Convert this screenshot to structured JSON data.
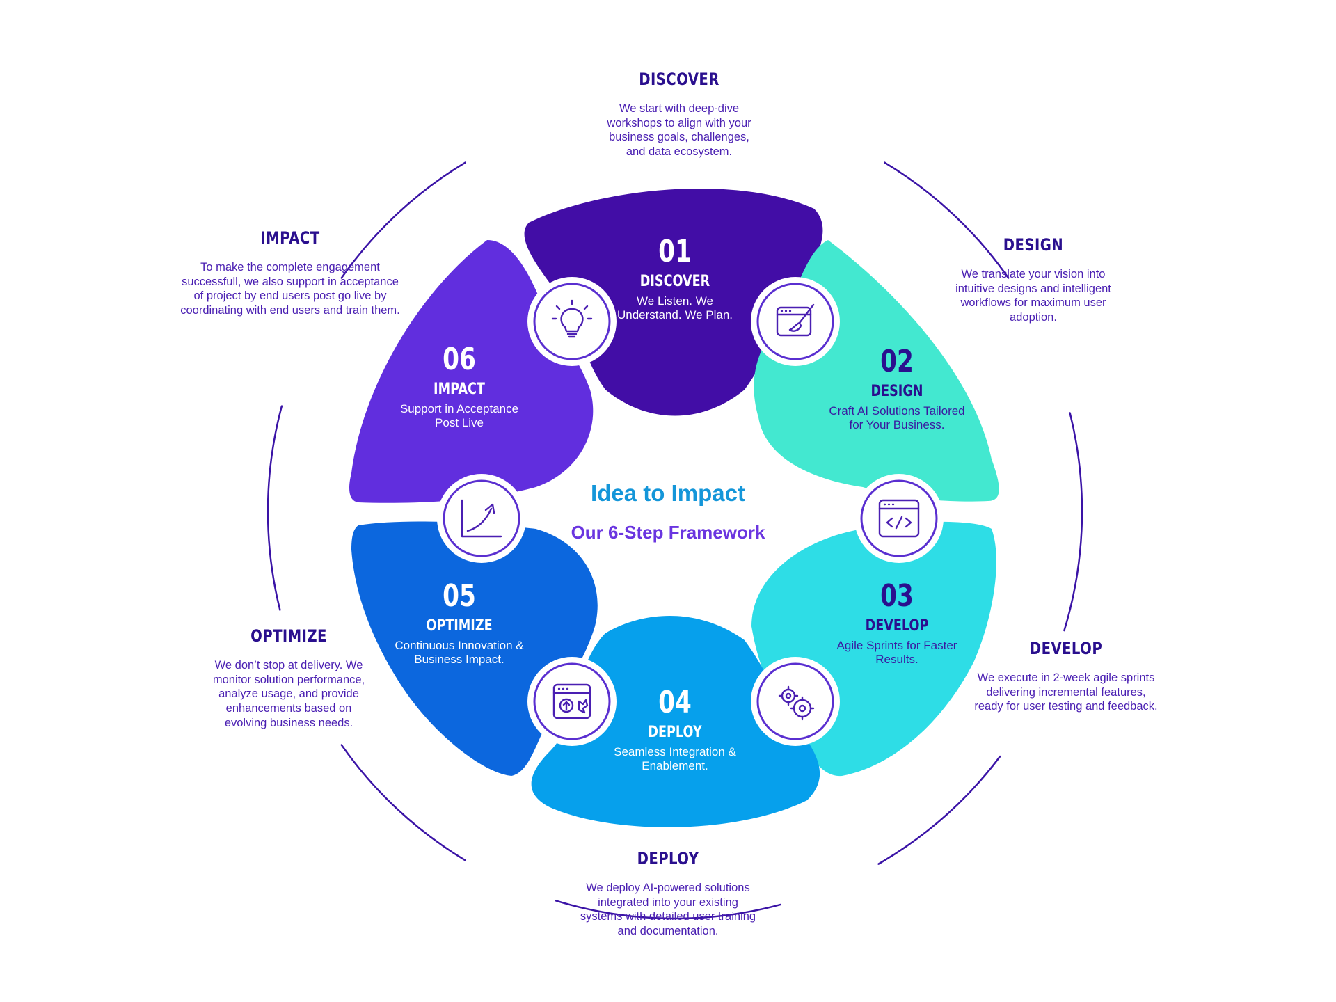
{
  "center": {
    "title": "Idea to Impact",
    "subtitle": "Our 6-Step Framework"
  },
  "colors": {
    "discover": "#420da6",
    "design": "#43e8d0",
    "develop": "#2edde6",
    "deploy": "#06a0ec",
    "optimize": "#0c67de",
    "impact": "#612ede",
    "ring": "#3a13a6",
    "icon": "#4a1fb2"
  },
  "steps": [
    {
      "number": "01",
      "label": "DISCOVER",
      "short": "We Listen. We Understand. We Plan.",
      "outer_title": "DISCOVER",
      "outer_desc": "We start with deep-dive workshops to align with your business goals, challenges, and data ecosystem.",
      "icon": "lightbulb-icon"
    },
    {
      "number": "02",
      "label": "DESIGN",
      "short": "Craft AI Solutions Tailored for Your Business.",
      "outer_title": "DESIGN",
      "outer_desc": "We translate your vision into intuitive designs and intelligent workflows for maximum user adoption.",
      "icon": "design-brush-icon"
    },
    {
      "number": "03",
      "label": "DEVELOP",
      "short": "Agile Sprints for Faster Results.",
      "outer_title": "DEVELOP",
      "outer_desc": "We execute in 2-week agile sprints  delivering incremental features, ready for user testing and feedback.",
      "icon": "code-window-icon"
    },
    {
      "number": "04",
      "label": "DEPLOY",
      "short": "Seamless Integration & Enablement.",
      "outer_title": "DEPLOY",
      "outer_desc": "We deploy AI-powered solutions integrated into your existing systems with detailed user training and documentation.",
      "icon": "gears-icon"
    },
    {
      "number": "05",
      "label": "OPTIMIZE",
      "short": "Continuous Innovation & Business Impact.",
      "outer_title": "OPTIMIZE",
      "outer_desc": "We don’t stop at delivery. We monitor solution performance, analyze usage, and provide enhancements based on evolving business needs.",
      "icon": "deploy-window-icon"
    },
    {
      "number": "06",
      "label": "IMPACT",
      "short": "Support in Acceptance Post Live",
      "outer_title": "IMPACT",
      "outer_desc": "To make the complete engagement successfull, we also support in acceptance of project by end users post go live by coordinating with end users and train them.",
      "icon": "growth-chart-icon"
    }
  ]
}
